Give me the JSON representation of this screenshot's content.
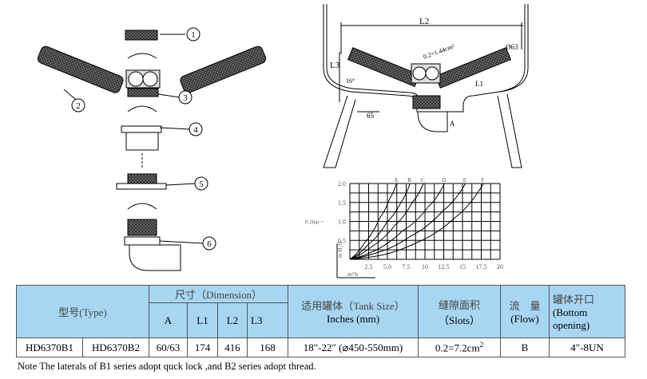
{
  "exploded_view": {
    "callouts": [
      "1",
      "2",
      "3",
      "4",
      "5",
      "6"
    ]
  },
  "installation_view": {
    "dim_labels": {
      "l2": "L2",
      "l3": "L3",
      "l1": "L1",
      "angle": "16°",
      "slot": "0.2=1.44cm²",
      "dia": "Ø63",
      "h65": "65",
      "a": "A"
    }
  },
  "chart_data": {
    "type": "line",
    "title": "",
    "xlabel": "m³/h",
    "ylabel": "m·H₂O",
    "y_note": "0.1bar",
    "xlim": [
      0,
      20
    ],
    "ylim": [
      0,
      2.0
    ],
    "x_ticks": [
      "2.5",
      "5.0",
      "7.5",
      "10",
      "12.5",
      "15",
      "17.5",
      "20"
    ],
    "y_ticks": [
      "0.5",
      "1.0",
      "1.5",
      "2.0"
    ],
    "grid": true,
    "series": [
      {
        "name": "A",
        "points": [
          [
            0,
            0
          ],
          [
            2,
            0.45
          ],
          [
            4,
            1.1
          ],
          [
            5.3,
            1.6
          ],
          [
            6.2,
            2.0
          ]
        ]
      },
      {
        "name": "B",
        "points": [
          [
            0,
            0
          ],
          [
            2.5,
            0.4
          ],
          [
            5,
            1.0
          ],
          [
            6.8,
            1.5
          ],
          [
            8,
            2.0
          ]
        ]
      },
      {
        "name": "C",
        "points": [
          [
            0,
            0
          ],
          [
            3,
            0.35
          ],
          [
            6,
            0.9
          ],
          [
            8.3,
            1.5
          ],
          [
            9.8,
            2.0
          ]
        ]
      },
      {
        "name": "D",
        "points": [
          [
            0,
            0
          ],
          [
            3,
            0.2
          ],
          [
            7,
            0.75
          ],
          [
            10.5,
            1.4
          ],
          [
            12.6,
            2.0
          ]
        ]
      },
      {
        "name": "E",
        "points": [
          [
            0,
            0
          ],
          [
            4,
            0.2
          ],
          [
            8,
            0.6
          ],
          [
            12.5,
            1.3
          ],
          [
            15.4,
            2.0
          ]
        ]
      },
      {
        "name": "F",
        "points": [
          [
            0,
            0
          ],
          [
            4,
            0.1
          ],
          [
            9,
            0.45
          ],
          [
            14,
            1.1
          ],
          [
            17.8,
            2.0
          ]
        ]
      }
    ]
  },
  "table": {
    "type_header": "型号(Type)",
    "dimension_header": "尺寸（Dimension）",
    "dim_cols": [
      "A",
      "L1",
      "L2",
      "L3"
    ],
    "tank_header_cn": "适用罐体（Tank Size）",
    "tank_header_en": "Inches (mm)",
    "slots_header_cn": "缝隙面积",
    "slots_header_en": "（Slots）",
    "flow_header_cn": "流　量",
    "flow_header_en": "(Flow)",
    "bottom_header_cn": "罐体开口",
    "bottom_header_en": "(Bottom opening)",
    "row": {
      "type_b1": "HD6370B1",
      "type_b2": "HD6370B2",
      "a": "60/63",
      "l1": "174",
      "l2": "416",
      "l3": "168",
      "tank": "18″-22″ (⌀450-550mm)",
      "slots": "0.2=7.2cm",
      "slots_sup": "2",
      "flow": "B",
      "bottom": "4″-8UN"
    }
  },
  "note": "Note The laterals of B1 series adopt quck lock ,and B2 series adopt thread."
}
